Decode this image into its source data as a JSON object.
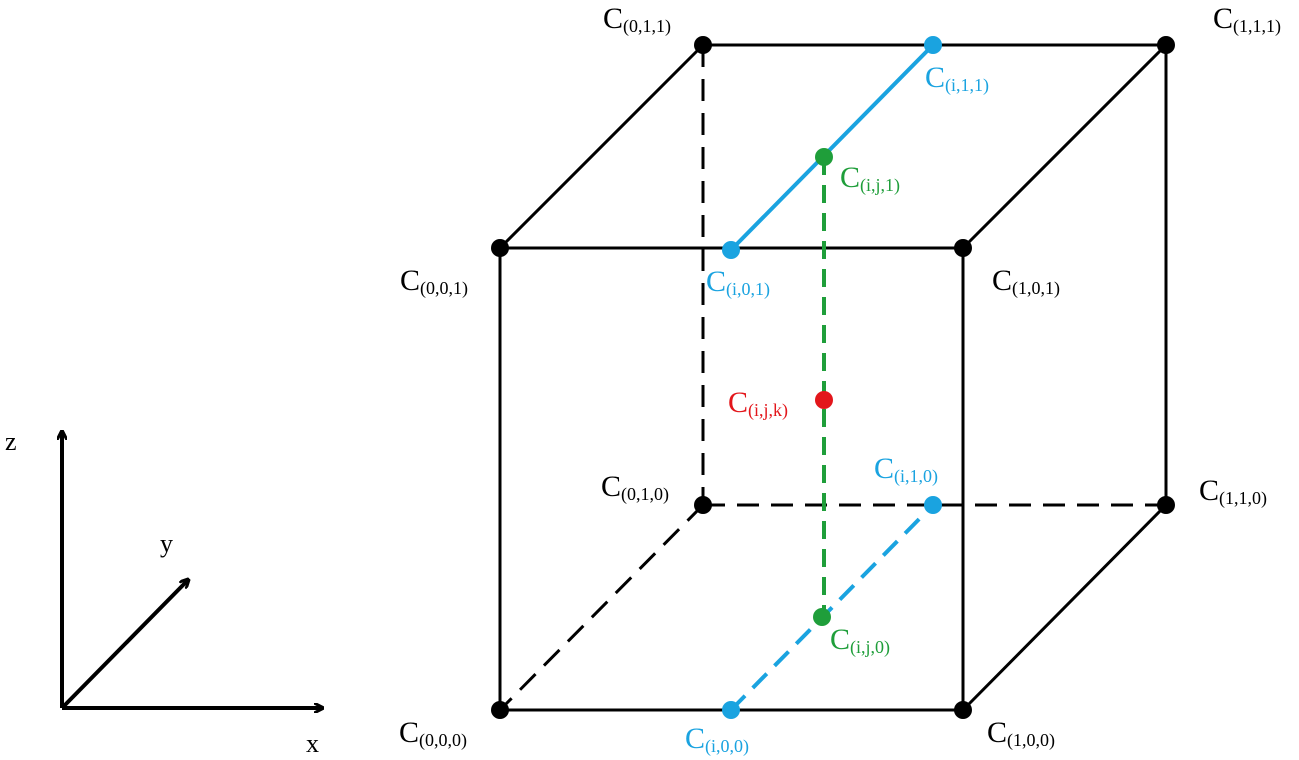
{
  "colors": {
    "black": "#000000",
    "blue": "#1aa3e0",
    "green": "#1f9e3a",
    "red": "#e3161b"
  },
  "axes": {
    "x": "x",
    "y": "y",
    "z": "z"
  },
  "labels": {
    "c_0_1_1": {
      "base": "C",
      "sub": "(0,1,1)"
    },
    "c_1_1_1": {
      "base": "C",
      "sub": "(1,1,1)"
    },
    "c_i_1_1": {
      "base": "C",
      "sub": "(i,1,1)"
    },
    "c_i_j_1": {
      "base": "C",
      "sub": "(i,j,1)"
    },
    "c_0_0_1": {
      "base": "C",
      "sub": "(0,0,1)"
    },
    "c_i_0_1": {
      "base": "C",
      "sub": "(i,0,1)"
    },
    "c_1_0_1": {
      "base": "C",
      "sub": "(1,0,1)"
    },
    "c_i_j_k": {
      "base": "C",
      "sub": "(i,j,k)"
    },
    "c_i_1_0": {
      "base": "C",
      "sub": "(i,1,0)"
    },
    "c_0_1_0": {
      "base": "C",
      "sub": "(0,1,0)"
    },
    "c_1_1_0": {
      "base": "C",
      "sub": "(1,1,0)"
    },
    "c_i_j_0": {
      "base": "C",
      "sub": "(i,j,0)"
    },
    "c_0_0_0": {
      "base": "C",
      "sub": "(0,0,0)"
    },
    "c_i_0_0": {
      "base": "C",
      "sub": "(i,0,0)"
    },
    "c_1_0_0": {
      "base": "C",
      "sub": "(1,0,0)"
    }
  }
}
